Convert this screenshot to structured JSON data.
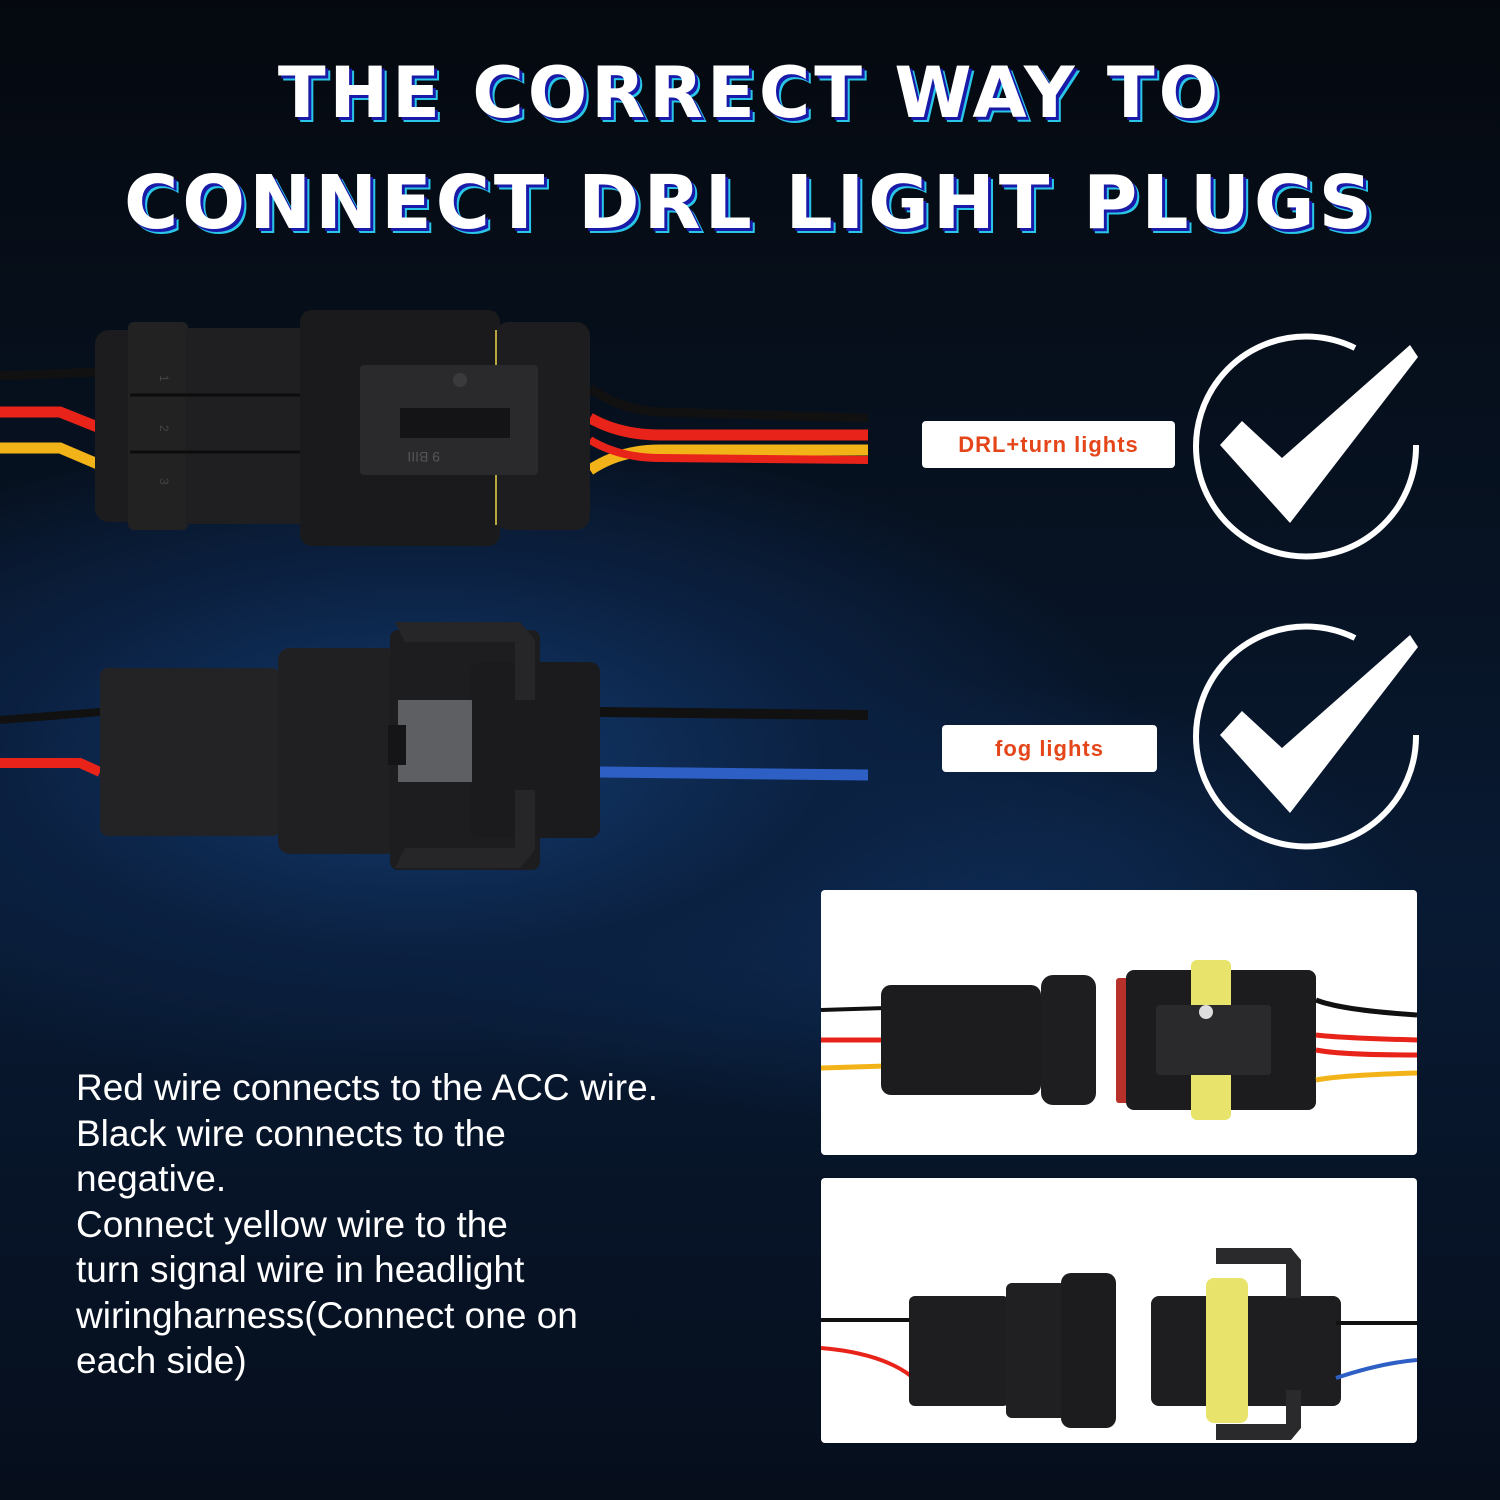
{
  "title": {
    "line1": "THE CORRECT WAY TO",
    "line2": "CONNECT DRL LIGHT PLUGS"
  },
  "labels": {
    "drl": "DRL+turn lights",
    "fog": "fog lights"
  },
  "connector_markings": {
    "pin_numbers": [
      "1",
      "2",
      "3"
    ],
    "part_code": "9 BIII"
  },
  "instructions": [
    "Red wire connects to the ACC wire.",
    "Black wire connects to the",
    "negative.",
    "Connect yellow wire to the",
    "turn signal wire in headlight",
    "wiringharness(Connect one on",
    "each side)"
  ],
  "colors": {
    "label_text": "#e4461a",
    "wire_red": "#e8231a",
    "wire_yellow": "#f2b318",
    "wire_black": "#111111",
    "wire_blue": "#2d5fc4",
    "seal_yellow": "#e8e36a"
  }
}
